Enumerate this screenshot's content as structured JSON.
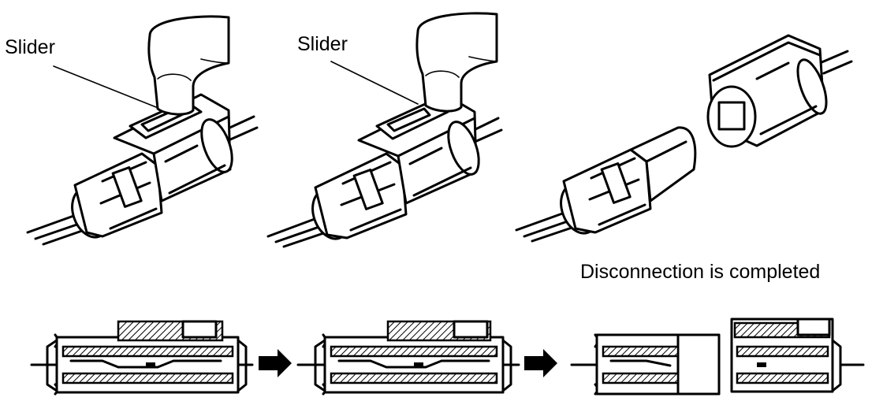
{
  "labels": {
    "slider_left": "Slider",
    "slider_middle": "Slider",
    "completed": "Disconnection is completed"
  },
  "icons": {
    "arrow": "right-arrow-icon"
  }
}
